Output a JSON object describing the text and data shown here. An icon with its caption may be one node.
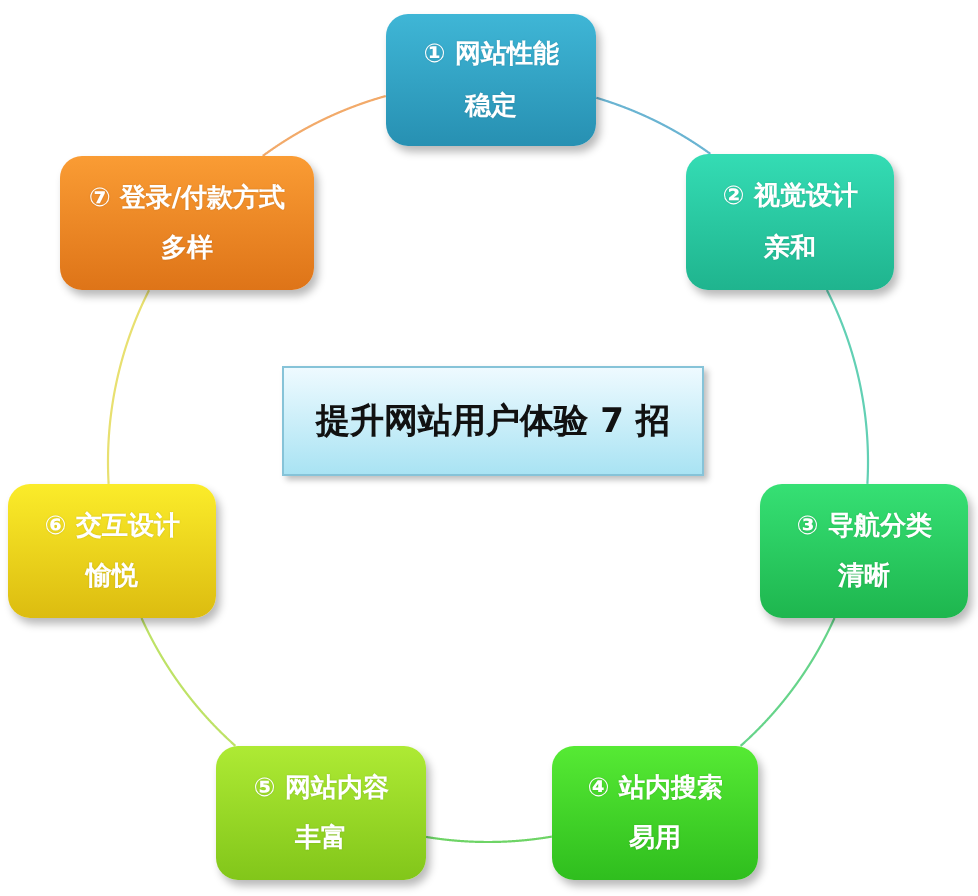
{
  "diagram": {
    "nodes": [
      {
        "text": [
          "① 网站性能",
          "稳定"
        ]
      },
      {
        "text": [
          "② 视觉设计",
          "亲和"
        ]
      },
      {
        "text": [
          "③ 导航分类",
          "清晰"
        ]
      },
      {
        "text": [
          "④ 站内搜索",
          "易用"
        ]
      },
      {
        "text": [
          "⑤ 网站内容",
          "丰富"
        ]
      },
      {
        "text": [
          "⑥ 交互设计",
          "愉悦"
        ]
      },
      {
        "text": [
          "⑦ 登录/付款方式",
          "多样"
        ]
      },
      {
        "text": [
          "提升网站用户体验 7 招"
        ]
      }
    ],
    "edges": [
      {
        "from": 0,
        "to": 1,
        "arrow": "none",
        "color": "#6ab4d2"
      },
      {
        "from": 1,
        "to": 2,
        "arrow": "none",
        "color": "#62d0b4"
      },
      {
        "from": 2,
        "to": 3,
        "arrow": "none",
        "color": "#66d48a"
      },
      {
        "from": 3,
        "to": 4,
        "arrow": "none",
        "color": "#6ed466"
      },
      {
        "from": 4,
        "to": 5,
        "arrow": "none",
        "color": "#bee266"
      },
      {
        "from": 5,
        "to": 6,
        "arrow": "none",
        "color": "#e8e070"
      },
      {
        "from": 6,
        "to": 0,
        "arrow": "none",
        "color": "#f2aa6a"
      }
    ]
  }
}
